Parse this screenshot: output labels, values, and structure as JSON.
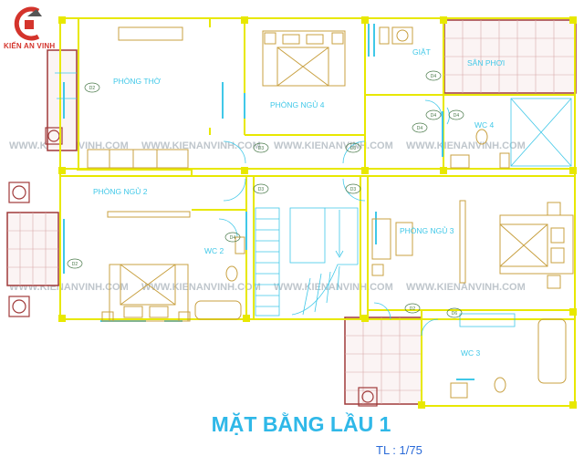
{
  "brand": {
    "name": "KIẾN AN VINH",
    "color": "#d4342c"
  },
  "watermark": "WWW.KIENANVINH.COM",
  "title": "MẶT BẰNG LẦU 1",
  "scale": "TL : 1/75",
  "rooms": {
    "phong_tho": "PHÒNG THỜ",
    "phong_ngu_4": "PHÒNG NGỦ 4",
    "phong_ngu_2": "PHÒNG NGỦ 2",
    "phong_ngu_3": "PHÒNG NGỦ 3",
    "giat": "GIẶT",
    "san_phoi": "SÂN PHƠI",
    "wc2": "WC 2",
    "wc3": "WC 3",
    "wc4": "WC 4"
  },
  "door_tags": {
    "d1": "D2",
    "d2": "D3",
    "d3": "D3",
    "d4": "D3",
    "d5": "D3",
    "d6": "D2",
    "d7": "D4",
    "d8": "D4",
    "d9": "D4",
    "d10": "D6",
    "d11": "D4",
    "d12": "D2",
    "d13": "D4"
  },
  "colors": {
    "wall": "#e8e800",
    "line": "#40c8e8",
    "furniture": "#c8a040",
    "balcony": "#a03a3a",
    "title": "#2fb8e8",
    "scale": "#2a6ad8"
  }
}
